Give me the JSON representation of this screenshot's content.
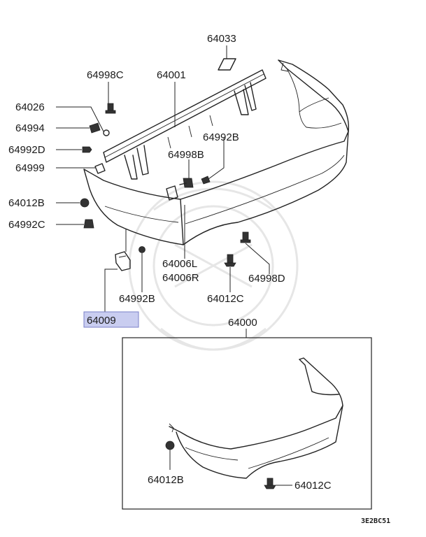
{
  "labels": {
    "p64033": "64033",
    "p64998C": "64998C",
    "p64001": "64001",
    "p64026": "64026",
    "p64994": "64994",
    "p64992D": "64992D",
    "p64999": "64999",
    "p64992B_top": "64992B",
    "p64998B": "64998B",
    "p64012B_left": "64012B",
    "p64992C": "64992C",
    "p64006L": "64006L",
    "p64006R": "64006R",
    "p64998D": "64998D",
    "p64992B_bottom": "64992B",
    "p64012C_mid": "64012C",
    "p64009": "64009",
    "p64000": "64000",
    "p64012B_box": "64012B",
    "p64012C_box": "64012C"
  },
  "drawing_code": "3E2BC51",
  "highlight_color": "#c9cdf0"
}
